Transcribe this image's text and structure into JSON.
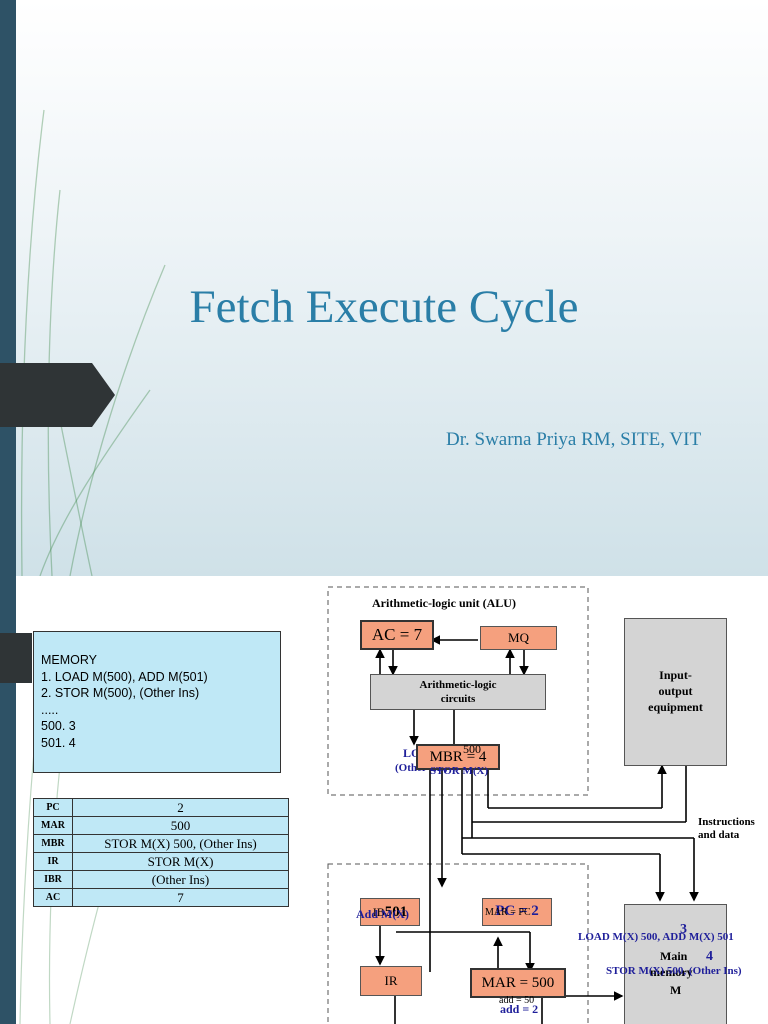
{
  "slide1": {
    "title": "Fetch Execute Cycle",
    "subtitle": "Dr. Swarna Priya RM, SITE, VIT"
  },
  "memory": {
    "lines": [
      "MEMORY",
      "1.  LOAD M(500),  ADD M(501)",
      "2.  STOR M(500), (Other Ins)",
      ".....",
      "500.   3",
      "501.   4"
    ]
  },
  "registers": [
    {
      "name": "PC",
      "value": "2"
    },
    {
      "name": "MAR",
      "value": "500"
    },
    {
      "name": "MBR",
      "value": "STOR M(X) 500, (Other Ins)"
    },
    {
      "name": "IR",
      "value": "STOR M(X)"
    },
    {
      "name": "IBR",
      "value": "(Other Ins)"
    },
    {
      "name": "AC",
      "value": "7"
    }
  ],
  "diagram": {
    "alu_title": "Arithmetic-logic unit (ALU)",
    "ac": "AC = 7",
    "mq": "MQ",
    "alu_circuits": [
      "Arithmetic-logic",
      "circuits"
    ],
    "io": [
      "Input-",
      "output",
      "equipment"
    ],
    "mbr_overlay_lo": "LO",
    "mbr_overlay_other": "(Other Ins)",
    "mbr_500": "500",
    "mbr": "MBR = 4",
    "mbr_stor": "STOR M(X)",
    "instructions": [
      "Instructions",
      "and data"
    ],
    "ibr_501": "501",
    "ibr_add": "Add M(X)",
    "ibr_prefix": "IB",
    "pc": "PC = 2",
    "pc_under": "MAR = PC",
    "ir": "IR",
    "mar": "MAR = 500",
    "mar_under": "add = 2",
    "mar_under2": "add = 50",
    "mem_label": "LOAD M(X)  500, ADD M(X) 501",
    "mem_3": "3",
    "mem_4": "4",
    "mem_main": "Main",
    "mem_memory": "memory",
    "mem_stor": "STOR M(X) 500, (Other Ins)",
    "mem_M": "M"
  },
  "colors": {
    "accent": "#2a7ea7",
    "sidebar": "#2e5266",
    "register_fill": "#bfe8f6",
    "box_orange": "#f5a07e",
    "box_grey": "#d4d4d4",
    "annotation_blue": "#1f1f9a"
  }
}
